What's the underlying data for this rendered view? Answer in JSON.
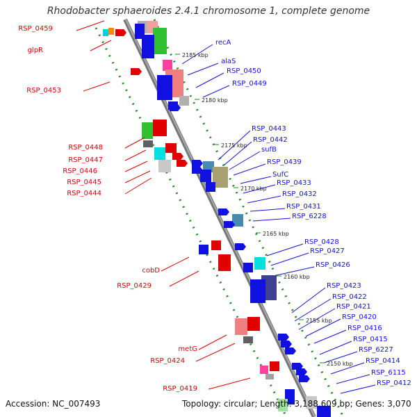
{
  "title": "Rhodobacter sphaeroides 2.4.1 chromosome 1, complete genome",
  "colors": {
    "forward": "#1010e0",
    "reverse": "#e00000",
    "backbone": "#808080",
    "dots": "#1a8a1a"
  },
  "left_labels": [
    "RSP_0459",
    "glpR",
    "RSP_0453",
    "RSP_0448",
    "RSP_0447",
    "RSP_0446",
    "RSP_0445",
    "RSP_0444",
    "cobD",
    "RSP_0429",
    "metG",
    "RSP_0424",
    "RSP_0419"
  ],
  "right_labels": [
    "recA",
    "alaS",
    "RSP_0450",
    "RSP_0449",
    "RSP_0443",
    "RSP_0442",
    "sufB",
    "RSP_0439",
    "SufC",
    "RSP_0433",
    "RSP_0432",
    "RSP_0431",
    "RSP_6228",
    "RSP_0428",
    "RSP_0427",
    "RSP_0426",
    "RSP_0423",
    "RSP_0422",
    "RSP_0421",
    "RSP_0420",
    "RSP_0416",
    "RSP_0415",
    "RSP_6227",
    "RSP_0414",
    "RSP_6115",
    "RSP_0412"
  ],
  "ticks": [
    "2185 kbp",
    "2180 kbp",
    "2175 kbp",
    "2170 kbp",
    "2165 kbp",
    "2160 kbp",
    "2155 kbp",
    "2150 kbp"
  ],
  "footer": {
    "accession": "Accession: NC_007493",
    "summary": "Topology: circular; Length: 3,188,609 bp; Genes: 3,070"
  }
}
